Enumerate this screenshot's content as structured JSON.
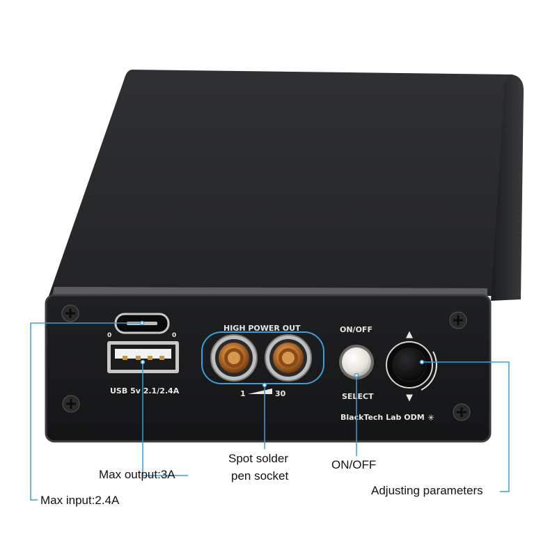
{
  "device": {
    "high_power_out": "HIGH POWER OUT",
    "on_off_label": "ON/OFF",
    "select_label": "SELECT",
    "usb_label": "USB 5v 2.1/2.4A",
    "range_min": "1",
    "range_max": "30",
    "brand": "BlackTech Lab ODM",
    "arrow_up": "▲",
    "arrow_down": "▼"
  },
  "callouts": {
    "max_input": "Max input:2.4A",
    "max_output": "Max output:3A",
    "spot_solder_line1": "Spot solder",
    "spot_solder_line2": "pen socket",
    "on_off": "ON/OFF",
    "adjusting": "Adjusting parameters"
  },
  "colors": {
    "callout_line": "#3a9fd8",
    "body": "#2b2c2e",
    "panel": "#1a1b1d",
    "brass": "#c47a32"
  }
}
